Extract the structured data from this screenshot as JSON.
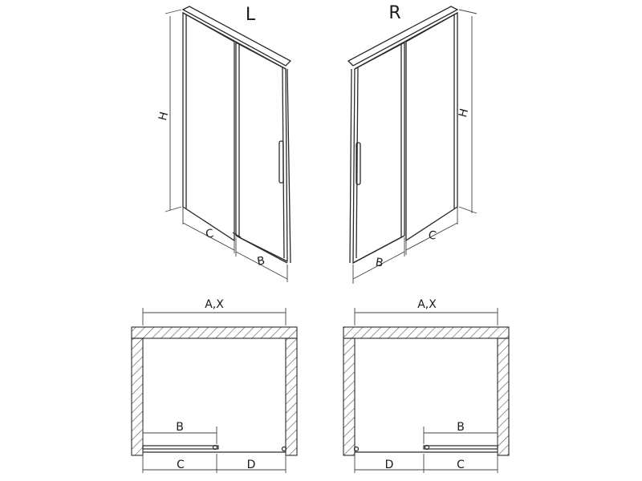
{
  "panels": {
    "left_label": "L",
    "right_label": "R"
  },
  "dimensions": {
    "height": "H",
    "width_fixed": "C",
    "width_door": "B",
    "width_total": "A,X",
    "opening": "D"
  },
  "colors": {
    "line": "#2a2a2a",
    "dim_line": "#444444",
    "glass": "#ffffff",
    "hatch": "#555555"
  }
}
